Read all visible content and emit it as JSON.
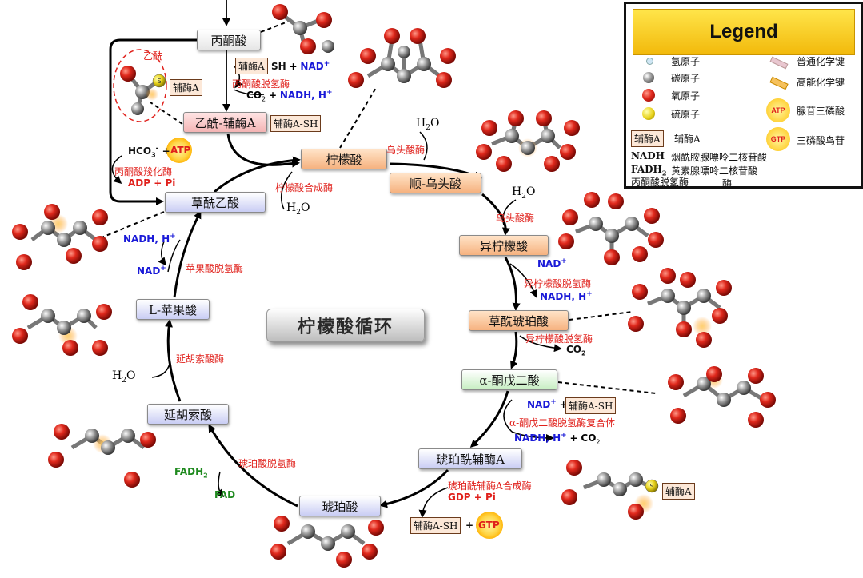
{
  "title": "柠檬酸循环",
  "nodes": {
    "pyruvate": "丙酮酸",
    "acetyl_coa": "乙酰-辅酶A",
    "citrate": "柠檬酸",
    "cis_aconitate": "顺-乌头酸",
    "isocitrate": "异柠檬酸",
    "oxalosuccinate": "草酰琥珀酸",
    "alpha_kg": "α-酮戊二酸",
    "succinyl_coa": "琥珀酰辅酶A",
    "succinate": "琥珀酸",
    "fumarate": "延胡索酸",
    "malate": "L-苹果酸",
    "oxaloacetate": "草酰乙酸"
  },
  "labels": {
    "acetyl": "乙酰",
    "coa": "辅酶A",
    "coa_sh": "辅酶A-SH",
    "sh": "SH",
    "plus": "+",
    "nad_plus": "NAD",
    "sup_plus": "+",
    "pdh_enzyme": "丙酮酸脱氢酶",
    "co2": "CO",
    "sub2": "2",
    "nadh_h": "NADH, H",
    "hco3": "HCO",
    "sub3": "3",
    "sup_minus": "-",
    "atp": "ATP",
    "pc_enzyme": "丙酮酸羧化酶",
    "adp_pi": "ADP + Pi",
    "cs_enzyme": "柠檬酸合成酶",
    "h2o": "H",
    "h2o_o": "O",
    "aconitase": "乌头酸酶",
    "aconitase2": "乌头酸酶",
    "idh_enzyme": "异柠檬酸脱氢酶",
    "idh_enzyme2": "异柠檬酸脱氢酶",
    "kgdh_enzyme": "α-酮戊二酸脱氢酶复合体",
    "scs_enzyme": "琥珀酰辅酶A合成酶",
    "gdp_pi": "GDP + Pi",
    "gtp": "GTP",
    "sdh_enzyme": "琥珀酸脱氢酶",
    "fadh2": "FADH",
    "fad": "FAD",
    "fumarase": "延胡索酸酶",
    "mdh_enzyme": "苹果酸脱氢酶",
    "nadh_h_plus": "NADH, H"
  },
  "legend": {
    "header": "Legend",
    "items": [
      {
        "icon": "hydrogen-atom",
        "text": "氢原子"
      },
      {
        "icon": "carbon-atom",
        "text": "碳原子"
      },
      {
        "icon": "oxygen-atom",
        "text": "氧原子"
      },
      {
        "icon": "sulfur-atom",
        "text": "硫原子"
      },
      {
        "icon": "coa-box",
        "label": "辅酶A",
        "text": "辅酶A"
      },
      {
        "icon": "single-bond",
        "text": "普通化学键"
      },
      {
        "icon": "high-energy-bond",
        "text": "高能化学键"
      },
      {
        "icon": "atp-star",
        "label": "ATP",
        "text": "腺苷三磷酸"
      },
      {
        "icon": "gtp-star",
        "label": "GTP",
        "text": "三磷酸鸟苷"
      }
    ],
    "nadh": "NADH",
    "nadh_text": "烟酰胺腺嘌呤二核苷酸",
    "fadh2": "FADH",
    "fadh2_sub": "2",
    "fadh2_text": "黄素腺嘌呤二核苷酸",
    "pdh_extra": "丙酮酸脱氢酶",
    "pdh_extra2": "酶"
  },
  "colors": {
    "enzyme_red": "#e0201b",
    "nad_blue": "#1a1ad8",
    "fad_green": "#1f8a1f",
    "legend_yellow": "#f7c61a"
  }
}
